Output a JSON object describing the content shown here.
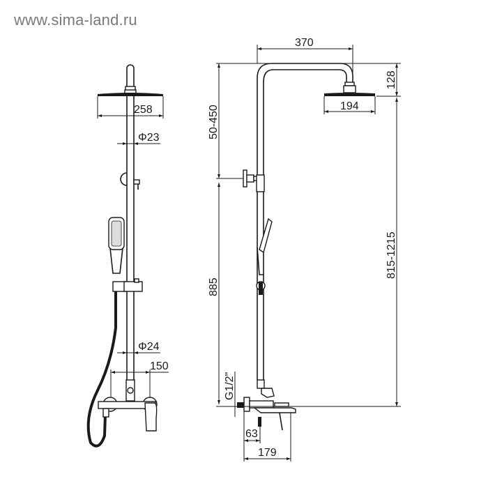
{
  "watermark": "www.sima-land.ru",
  "front_view": {
    "dimensions": {
      "head_width": "258",
      "pipe_diameter": "Φ23",
      "lower_pipe_diameter": "Φ24",
      "inlet_spacing": "150"
    }
  },
  "side_view": {
    "dimensions": {
      "arm_reach": "370",
      "head_drop": "128",
      "head_width": "194",
      "upper_adjust": "50-450",
      "lower_height": "885",
      "total_height": "815-1215",
      "thread": "G1/2\"",
      "spout_offset": "63",
      "mixer_depth": "179"
    }
  },
  "colors": {
    "line": "#1a1a1a",
    "watermark": "#7a7a7a",
    "background": "#ffffff"
  }
}
